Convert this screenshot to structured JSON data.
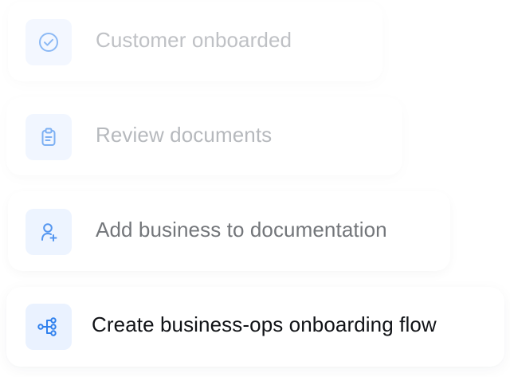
{
  "steps": [
    {
      "label": "Customer onboarded",
      "icon": "check-circle-icon"
    },
    {
      "label": "Review documents",
      "icon": "clipboard-icon"
    },
    {
      "label": "Add business to documentation",
      "icon": "add-user-icon"
    },
    {
      "label": "Create business-ops onboarding flow",
      "icon": "flow-icon"
    }
  ],
  "colors": {
    "icon_background": "#eaf2ff",
    "icon_stroke": "#2f80ed",
    "muted_text": "#8b8f96",
    "secondary_text": "#55585e",
    "active_text": "#111317"
  }
}
